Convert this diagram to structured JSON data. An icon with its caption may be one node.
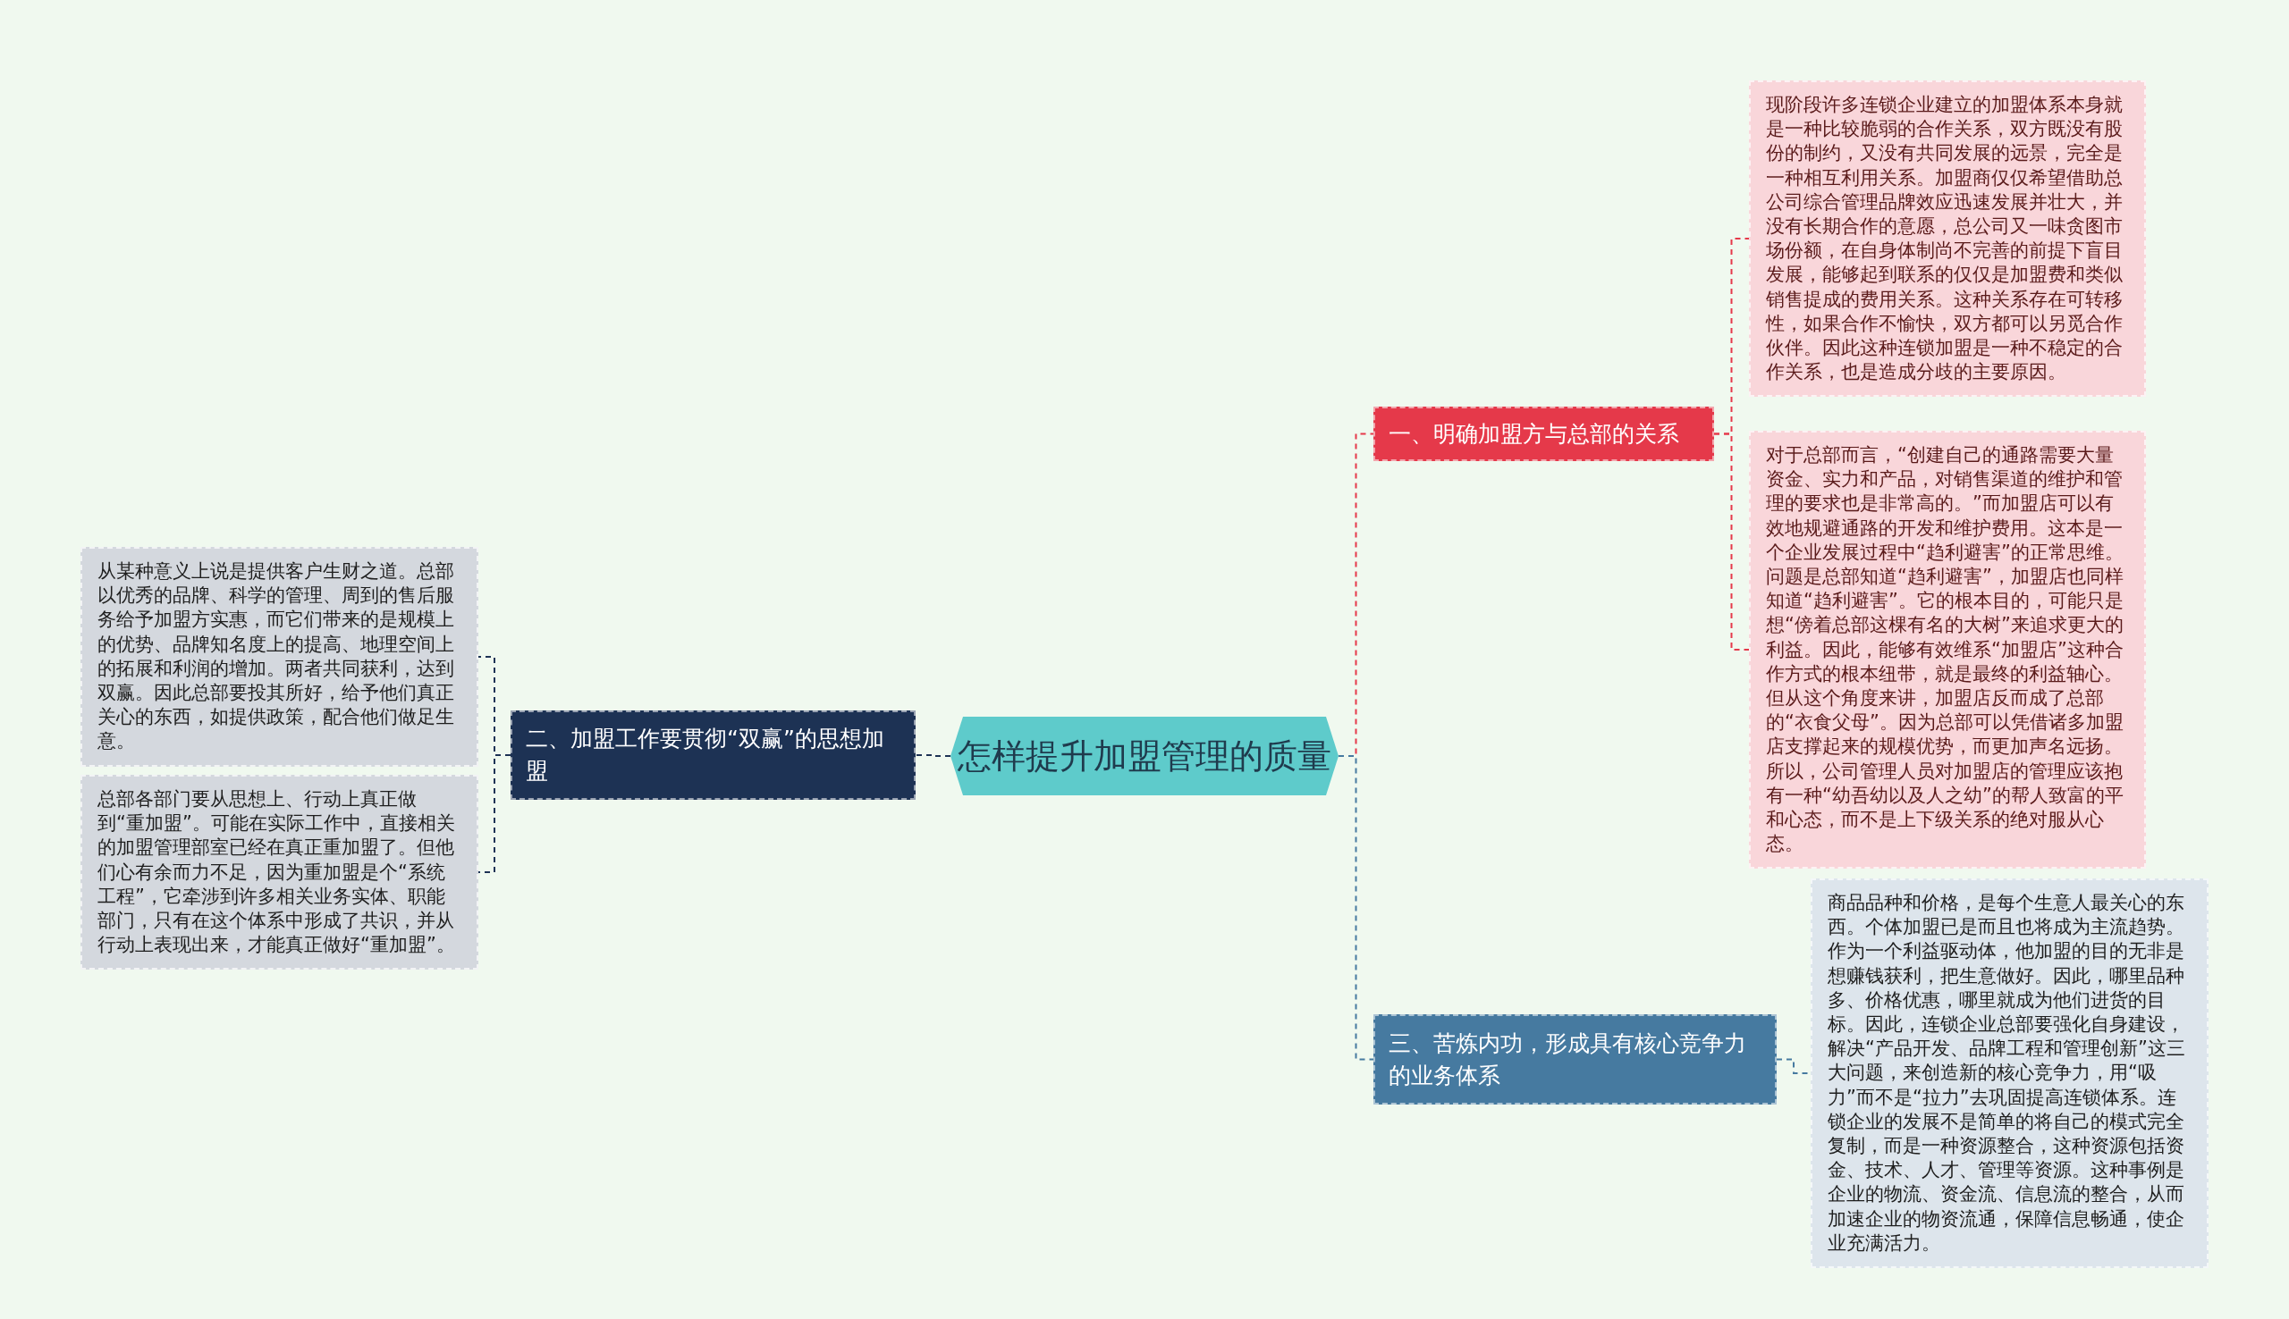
{
  "diagram": {
    "nodes": [
      {
        "text": [
          "怎样提升加盟管理的质量"
        ]
      },
      {
        "text": [
          "一、明确加盟方与总部的关系"
        ]
      },
      {
        "text": [
          "现阶段许多连锁企业建立的加盟体系本身就是一种比较脆弱的合作关系，双方既没有股份的制约，又没有共同发展的远景，完全是一种相互利用关系。加盟商仅仅希望借助总公司综合管理品牌效应迅速发展并壮大，并没有长期合作的意愿，总公司又一味贪图市场份额，在自身体制尚不完善的前提下盲目发展，能够起到联系的仅仅是加盟费和类似销售提成的费用关系。这种关系存在可转移性，如果合作不愉快，双方都可以另觅合作伙伴。因此这种连锁加盟是一种不稳定的合作关系，也是造成分歧的主要原因。"
        ]
      },
      {
        "text": [
          "对于总部而言，“创建自己的通路需要大量资金、实力和产品，对销售渠道的维护和管理的要求也是非常高的。”而加盟店可以有效地规避通路的开发和维护费用。这本是一个企业发展过程中“趋利避害”的正常思维。问题是总部知道“趋利避害”，加盟店也同样知道“趋利避害”。它的根本目的，可能只是想“傍着总部这棵有名的大树”来追求更大的利益。因此，能够有效维系“加盟店”这种合作方式的根本纽带，就是最终的利益轴心。但从这个角度来讲，加盟店反而成了总部的“衣食父母”。因为总部可以凭借诸多加盟店支撑起来的规模优势，而更加声名远扬。所以，公司管理人员对加盟店的管理应该抱有一种“幼吾幼以及人之幼”的帮人致富的平和心态，而不是上下级关系的绝对服从心态。"
        ]
      },
      {
        "text": [
          "二、加盟工作要贯彻“双赢”的思想加盟"
        ]
      },
      {
        "text": [
          "从某种意义上说是提供客户生财之道。总部以优秀的品牌、科学的管理、周到的售后服务给予加盟方实惠，而它们带来的是规模上的优势、品牌知名度上的提高、地理空间上的拓展和利润的增加。两者共同获利，达到双赢。因此总部要投其所好，给予他们真正关心的东西，如提供政策，配合他们做足生意。"
        ]
      },
      {
        "text": [
          "总部各部门要从思想上、行动上真正做到“重加盟”。可能在实际工作中，直接相关的加盟管理部室已经在真正重加盟了。但他们心有余而力不足，因为重加盟是个“系统工程”，它牵涉到许多相关业务实体、职能部门，只有在这个体系中形成了共识，并从行动上表现出来，才能真正做好“重加盟”。"
        ]
      },
      {
        "text": [
          "三、苦炼内功，形成具有核心竞争力的业务体系"
        ]
      },
      {
        "text": [
          "商品品种和价格，是每个生意人最关心的东西。个体加盟已是而且也将成为主流趋势。作为一个利益驱动体，他加盟的目的无非是想赚钱获利，把生意做好。因此，哪里品种多、价格优惠，哪里就成为他们进货的目标。因此，连锁企业总部要强化自身建设，解决“产品开发、品牌工程和管理创新”这三大问题，来创造新的核心竞争力，用“吸力”而不是“拉力”去巩固提高连锁体系。连锁企业的发展不是简单的将自己的模式完全复制，而是一种资源整合，这种资源包括资金、技术、人才、管理等资源。这种事例是企业的物流、资金流、信息流的整合，从而加速企业的物资流通，保障信息畅通，使企业充满活力。"
        ]
      }
    ],
    "edges": [
      {
        "from": 0,
        "to": 1,
        "arrow": "none",
        "color": "#e5394a"
      },
      {
        "from": 1,
        "to": 2,
        "arrow": "none",
        "color": "#e5394a"
      },
      {
        "from": 1,
        "to": 3,
        "arrow": "none",
        "color": "#e5394a"
      },
      {
        "from": 0,
        "to": 4,
        "arrow": "none",
        "color": "#1d3254"
      },
      {
        "from": 4,
        "to": 5,
        "arrow": "none",
        "color": "#1d3254"
      },
      {
        "from": 4,
        "to": 6,
        "arrow": "none",
        "color": "#1d3254"
      },
      {
        "from": 0,
        "to": 7,
        "arrow": "none",
        "color": "#467aa0"
      },
      {
        "from": 7,
        "to": 8,
        "arrow": "none",
        "color": "#467aa0"
      }
    ]
  }
}
